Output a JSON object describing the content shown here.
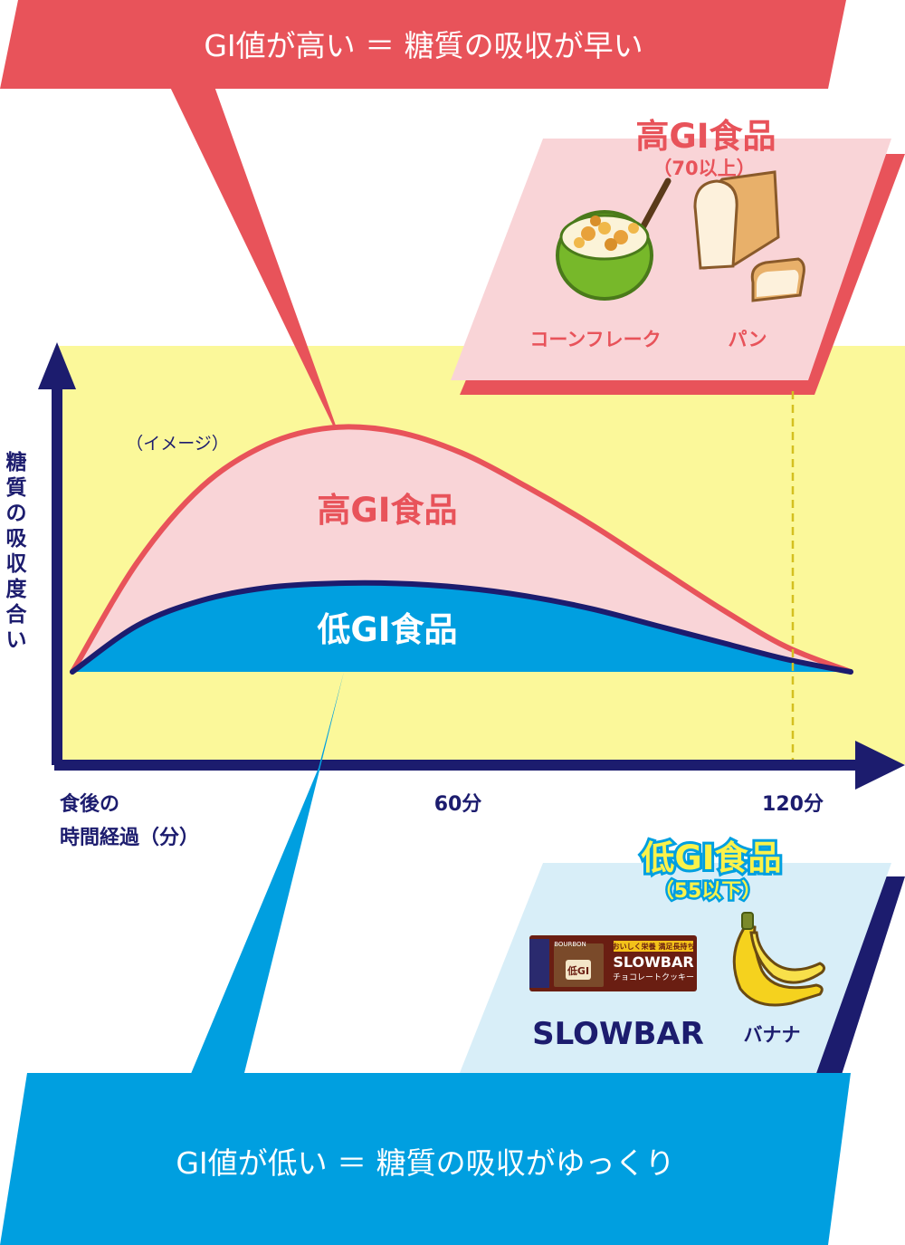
{
  "header": {
    "text": "GI値が高い ＝ 糖質の吸収が早い"
  },
  "footer": {
    "text": "GI値が低い ＝ 糖質の吸収がゆっくり"
  },
  "high_gi_card": {
    "title": "高GI食品",
    "range": "（70以上）",
    "foods": [
      "コーンフレーク",
      "パン"
    ]
  },
  "low_gi_card": {
    "title": "低GI食品",
    "range": "（55以下）",
    "foods": [
      "SLOWBAR",
      "バナナ"
    ],
    "package": {
      "brand": "BOURBON",
      "name": "SLOWBAR",
      "flavor": "チョコレートクッキー",
      "tagline": "おいしく栄養 満足長持ち",
      "badge": "低GI"
    }
  },
  "chart": {
    "note": "（イメージ）",
    "high_label": "高GI食品",
    "low_label": "低GI食品",
    "ylabel": [
      "糖",
      "質",
      "の",
      "吸",
      "収",
      "度",
      "合",
      "い"
    ],
    "xlabel_line1": "食後の",
    "xlabel_line2": "時間経過（分）",
    "xticks": [
      "60分",
      "120分"
    ]
  },
  "colors": {
    "red": "#e8535a",
    "pink_card": "#f9d4d7",
    "blue": "#009fe0",
    "navy": "#1c1c6e",
    "light_blue_card": "#d8eef8",
    "yellow_plot": "#fbf89a",
    "yellow_title": "#fbf24a"
  },
  "chart_data": {
    "type": "area",
    "x": [
      0,
      10,
      20,
      30,
      40,
      50,
      60,
      70,
      80,
      90,
      100,
      110,
      120
    ],
    "series": [
      {
        "name": "高GI食品",
        "values": [
          0,
          1.3,
          2.2,
          2.7,
          2.9,
          2.85,
          2.6,
          2.2,
          1.75,
          1.25,
          0.75,
          0.3,
          0
        ]
      },
      {
        "name": "低GI食品",
        "values": [
          0,
          0.55,
          0.85,
          1.0,
          1.05,
          1.05,
          1.0,
          0.9,
          0.75,
          0.55,
          0.35,
          0.15,
          0
        ]
      }
    ],
    "ylabel": "糖質の吸収度合い",
    "xlabel": "食後の時間経過（分）",
    "annotations": [
      "（イメージ）"
    ]
  }
}
